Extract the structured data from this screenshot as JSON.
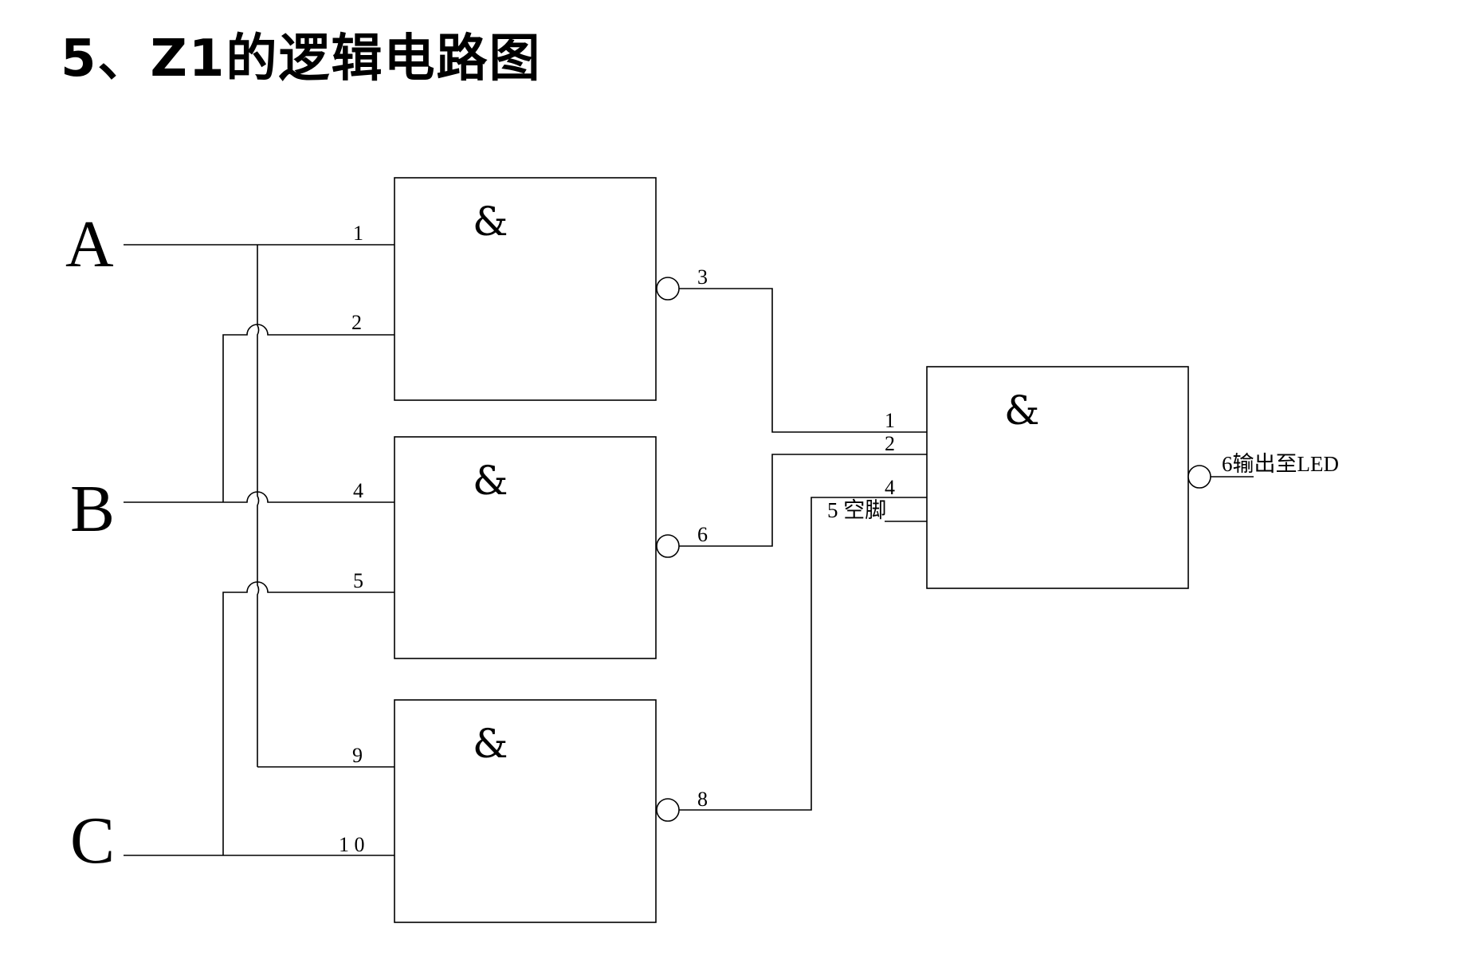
{
  "title": "5、Z1的逻辑电路图",
  "inputs": {
    "a": "A",
    "b": "B",
    "c": "C"
  },
  "gates": {
    "g1": {
      "symbol": "&",
      "pins": {
        "in1": "1",
        "in2": "2",
        "out": "3"
      }
    },
    "g2": {
      "symbol": "&",
      "pins": {
        "in1": "4",
        "in2": "5",
        "out": "6"
      }
    },
    "g3": {
      "symbol": "&",
      "pins": {
        "in1": "9",
        "in2": "1 0",
        "out": "8"
      }
    },
    "g4": {
      "symbol": "&",
      "pins": {
        "in1": "1",
        "in2": "2",
        "in3": "4",
        "unused": "5 空脚"
      }
    }
  },
  "output_label": "6输出至LED"
}
